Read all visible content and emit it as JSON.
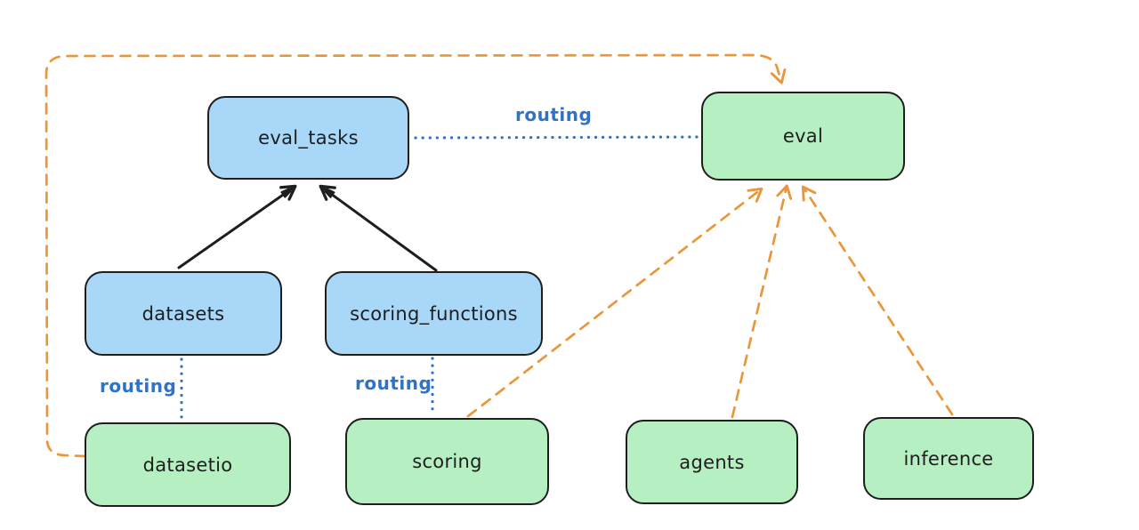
{
  "diagram": {
    "colors": {
      "background": "#ffffff",
      "ink": "#1e1e1e",
      "blue_fill": "#a9d7f8",
      "green_fill": "#b6efc1",
      "orange": "#e9973a",
      "routing_blue": "#2f73c8"
    },
    "nodes": [
      {
        "id": "eval_tasks",
        "label": "eval_tasks",
        "kind": "blue"
      },
      {
        "id": "eval",
        "label": "eval",
        "kind": "green"
      },
      {
        "id": "datasets",
        "label": "datasets",
        "kind": "blue"
      },
      {
        "id": "scoring_functions",
        "label": "scoring_functions",
        "kind": "blue"
      },
      {
        "id": "datasetio",
        "label": "datasetio",
        "kind": "green"
      },
      {
        "id": "scoring",
        "label": "scoring",
        "kind": "green"
      },
      {
        "id": "agents",
        "label": "agents",
        "kind": "green"
      },
      {
        "id": "inference",
        "label": "inference",
        "kind": "green"
      }
    ],
    "edges": [
      {
        "from": "datasets",
        "to": "eval_tasks",
        "style": "solid-arrow",
        "color": "black"
      },
      {
        "from": "scoring_functions",
        "to": "eval_tasks",
        "style": "solid-arrow",
        "color": "black"
      },
      {
        "from": "eval_tasks",
        "to": "eval",
        "style": "dotted",
        "color": "blue",
        "label": "routing"
      },
      {
        "from": "datasets",
        "to": "datasetio",
        "style": "dotted",
        "color": "blue",
        "label": "routing"
      },
      {
        "from": "scoring_functions",
        "to": "scoring",
        "style": "dotted",
        "color": "blue",
        "label": "routing"
      },
      {
        "from": "datasetio",
        "to": "eval",
        "style": "dashed-arrow",
        "color": "orange"
      },
      {
        "from": "scoring",
        "to": "eval",
        "style": "dashed-arrow",
        "color": "orange"
      },
      {
        "from": "agents",
        "to": "eval",
        "style": "dashed-arrow",
        "color": "orange"
      },
      {
        "from": "inference",
        "to": "eval",
        "style": "dashed-arrow",
        "color": "orange"
      }
    ]
  }
}
